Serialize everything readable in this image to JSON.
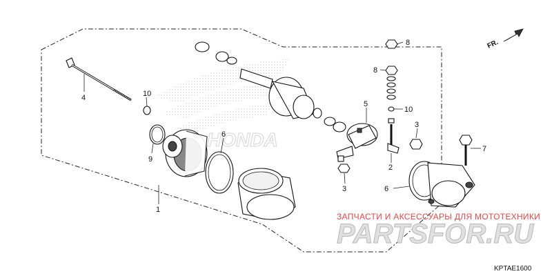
{
  "diagram": {
    "callouts": [
      {
        "id": "bolt-long",
        "label": "4"
      },
      {
        "id": "o-ring-small",
        "label": "10"
      },
      {
        "id": "front-cover-oring",
        "label": "9"
      },
      {
        "id": "yoke-oring",
        "label": "6"
      },
      {
        "id": "motor-assembly",
        "label": "1"
      },
      {
        "id": "nut-top",
        "label": "8"
      },
      {
        "id": "nut-stack",
        "label": "8"
      },
      {
        "id": "brush-holder",
        "label": "5"
      },
      {
        "id": "o-ring-right",
        "label": "10"
      },
      {
        "id": "terminal-bolt-nut",
        "label": "3"
      },
      {
        "id": "terminal-bolt",
        "label": "2"
      },
      {
        "id": "brush-nut",
        "label": "3"
      },
      {
        "id": "mount-bolt",
        "label": "7"
      },
      {
        "id": "rear-oring",
        "label": "6"
      }
    ],
    "direction_label": "FR.",
    "watermark_text": "ЗАПЧАСТИ И АКСЕССУАРЫ ДЛЯ МОТОТЕХНИКИ",
    "watermark_logo": "PARTSFOR.RU",
    "brand_mark": "HONDA",
    "diagram_code": "KPTAE1600"
  }
}
